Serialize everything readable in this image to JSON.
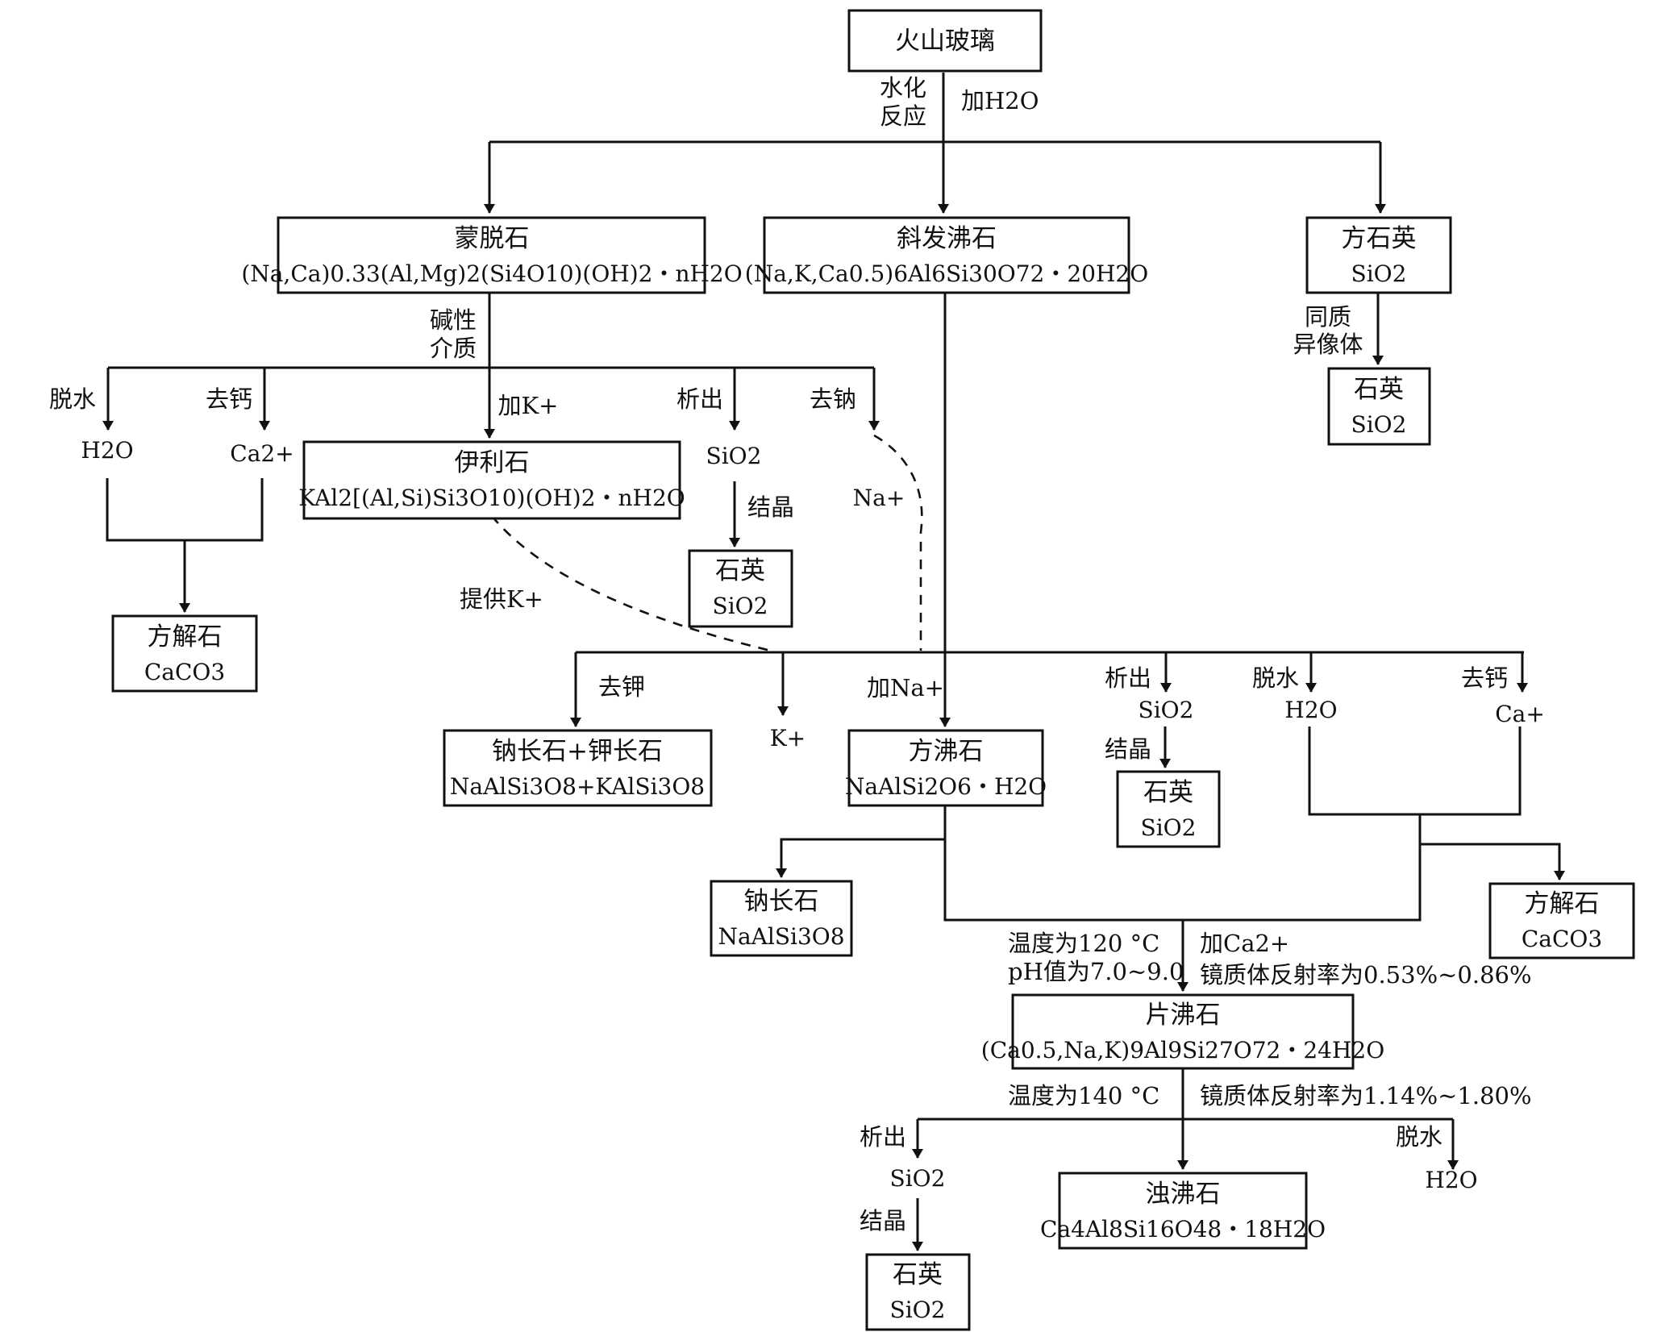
{
  "nodes": {
    "volcanic_glass": {
      "name": "火山玻璃"
    },
    "montmorillonite": {
      "name": "蒙脱石",
      "formula": "(Na,Ca)0.33(Al,Mg)2(Si4O10)(OH)2・nH2O"
    },
    "clinoptilolite": {
      "name": "斜发沸石",
      "formula": "(Na,K,Ca0.5)6Al6Si30O72・20H2O"
    },
    "cristobalite": {
      "name": "方石英",
      "formula": "SiO2"
    },
    "quartz_1": {
      "name": "石英",
      "formula": "SiO2"
    },
    "illite": {
      "name": "伊利石",
      "formula": "KAl2[(Al,Si)Si3O10)(OH)2・nH2O"
    },
    "quartz_2": {
      "name": "石英",
      "formula": "SiO2"
    },
    "calcite_1": {
      "name": "方解石",
      "formula": "CaCO3"
    },
    "feldspars": {
      "name": "钠长石+钾长石",
      "formula": "NaAlSi3O8+KAlSi3O8"
    },
    "analcime": {
      "name": "方沸石",
      "formula": "NaAlSi2O6・H2O"
    },
    "quartz_3": {
      "name": "石英",
      "formula": "SiO2"
    },
    "albite": {
      "name": "钠长石",
      "formula": "NaAlSi3O8"
    },
    "calcite_2": {
      "name": "方解石",
      "formula": "CaCO3"
    },
    "heulandite": {
      "name": "片沸石",
      "formula": "(Ca0.5,Na,K)9Al9Si27O72・24H2O"
    },
    "laumontite": {
      "name": "浊沸石",
      "formula": "Ca4Al8Si16O48・18H2O"
    },
    "quartz_4": {
      "name": "石英",
      "formula": "SiO2"
    }
  },
  "labels": {
    "hydration_1": "水化",
    "hydration_2": "反应",
    "add_water": "加H2O",
    "polymorph_1": "同质",
    "polymorph_2": "异像体",
    "alkaline_1": "碱性",
    "alkaline_2": "介质",
    "dehydrate_a": "脱水",
    "decalcify_a": "去钙",
    "add_k": "加K+",
    "precipitate_a": "析出",
    "desodium": "去钠",
    "h2o_a": "H2O",
    "ca_a": "Ca2+",
    "sio2_a": "SiO2",
    "crystallize_a": "结晶",
    "na_ion": "Na+",
    "provide_k": "提供K+",
    "depotassium": "去钾",
    "k_ion": "K+",
    "add_na": "加Na+",
    "precipitate_b": "析出",
    "sio2_b": "SiO2",
    "crystallize_b": "结晶",
    "dehydrate_b": "脱水",
    "h2o_b": "H2O",
    "decalcify_b": "去钙",
    "ca_b": "Ca+",
    "temp_120": "温度为120 °C",
    "ph_range": "pH值为7.0~9.0",
    "add_ca": "加Ca2+",
    "reflect_1": "镜质体反射率为0.53%~0.86%",
    "temp_140": "温度为140 °C",
    "reflect_2": "镜质体反射率为1.14%~1.80%",
    "precipitate_c": "析出",
    "sio2_c": "SiO2",
    "crystallize_c": "结晶",
    "dehydrate_c": "脱水",
    "h2o_c": "H2O"
  }
}
